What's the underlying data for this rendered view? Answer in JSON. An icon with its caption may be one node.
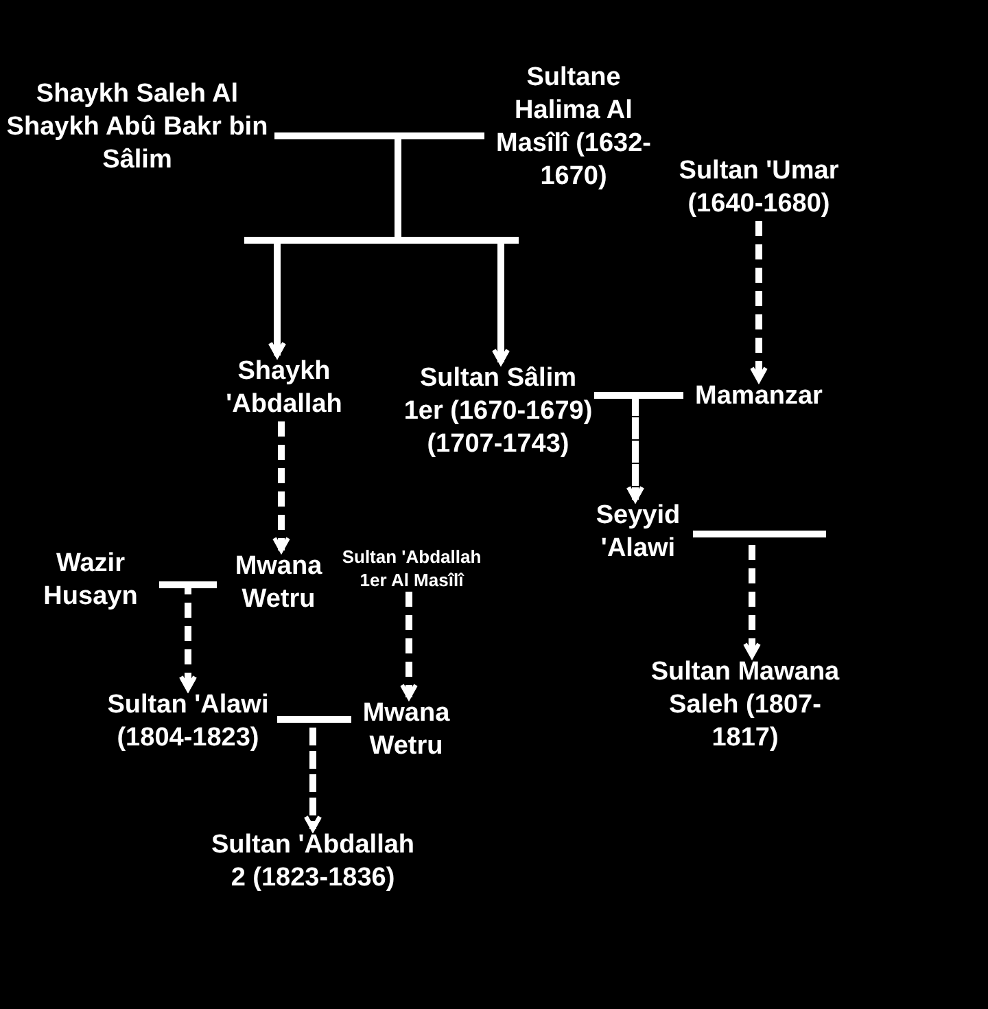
{
  "diagram": {
    "nodes": [
      {
        "text": [
          "Shaykh Saleh Al Shaykh Abû Bakr bin Sâlim"
        ]
      },
      {
        "text": [
          "Sultane Halima Al Masîlî (1632-1670)"
        ]
      },
      {
        "text": [
          "Sultan 'Umar (1640-1680)"
        ]
      },
      {
        "text": [
          "Shaykh 'Abdallah"
        ]
      },
      {
        "text": [
          "Sultan Sâlim 1er (1670-1679) (1707-1743)"
        ]
      },
      {
        "text": [
          "Mamanzar"
        ]
      },
      {
        "text": [
          "Seyyid 'Alawi"
        ]
      },
      {
        "text": [
          "Wazir Husayn"
        ]
      },
      {
        "text": [
          "Mwana Wetru"
        ]
      },
      {
        "text": [
          "Sultan 'Abdallah 1er Al Masîlî"
        ]
      },
      {
        "text": [
          "Sultan 'Alawi (1804-1823)"
        ]
      },
      {
        "text": [
          "Mwana Wetru"
        ]
      },
      {
        "text": [
          "Sultan 'Abdallah 2 (1823-1836)"
        ]
      },
      {
        "text": [
          "Sultan Mawana Saleh (1807-1817)"
        ]
      }
    ],
    "edges": [
      {
        "from": 0,
        "to": 1,
        "arrow": "none"
      },
      {
        "from": 0,
        "to": 3,
        "arrow": "to",
        "style": "dashed"
      },
      {
        "from": 1,
        "to": 3,
        "arrow": "to",
        "style": "dashed"
      },
      {
        "from": 0,
        "to": 4,
        "arrow": "to",
        "style": "dashed"
      },
      {
        "from": 1,
        "to": 4,
        "arrow": "to",
        "style": "dashed"
      },
      {
        "from": 2,
        "to": 5,
        "arrow": "to",
        "style": "dashed"
      },
      {
        "from": 3,
        "to": 8,
        "arrow": "to",
        "style": "dashed"
      },
      {
        "from": 4,
        "to": 5,
        "arrow": "none"
      },
      {
        "from": 4,
        "to": 6,
        "arrow": "to",
        "style": "dashed"
      },
      {
        "from": 5,
        "to": 6,
        "arrow": "to",
        "style": "dashed"
      },
      {
        "from": 6,
        "to": null,
        "arrow": "none"
      },
      {
        "from": 6,
        "to": 13,
        "arrow": "to",
        "style": "dashed"
      },
      {
        "from": 7,
        "to": 8,
        "arrow": "none"
      },
      {
        "from": 7,
        "to": 10,
        "arrow": "to",
        "style": "dashed"
      },
      {
        "from": 8,
        "to": 10,
        "arrow": "to",
        "style": "dashed"
      },
      {
        "from": 9,
        "to": 11,
        "arrow": "to",
        "style": "dashed"
      },
      {
        "from": 10,
        "to": 11,
        "arrow": "none"
      },
      {
        "from": 10,
        "to": 12,
        "arrow": "to",
        "style": "dashed"
      },
      {
        "from": 11,
        "to": 12,
        "arrow": "to",
        "style": "dashed"
      }
    ]
  }
}
